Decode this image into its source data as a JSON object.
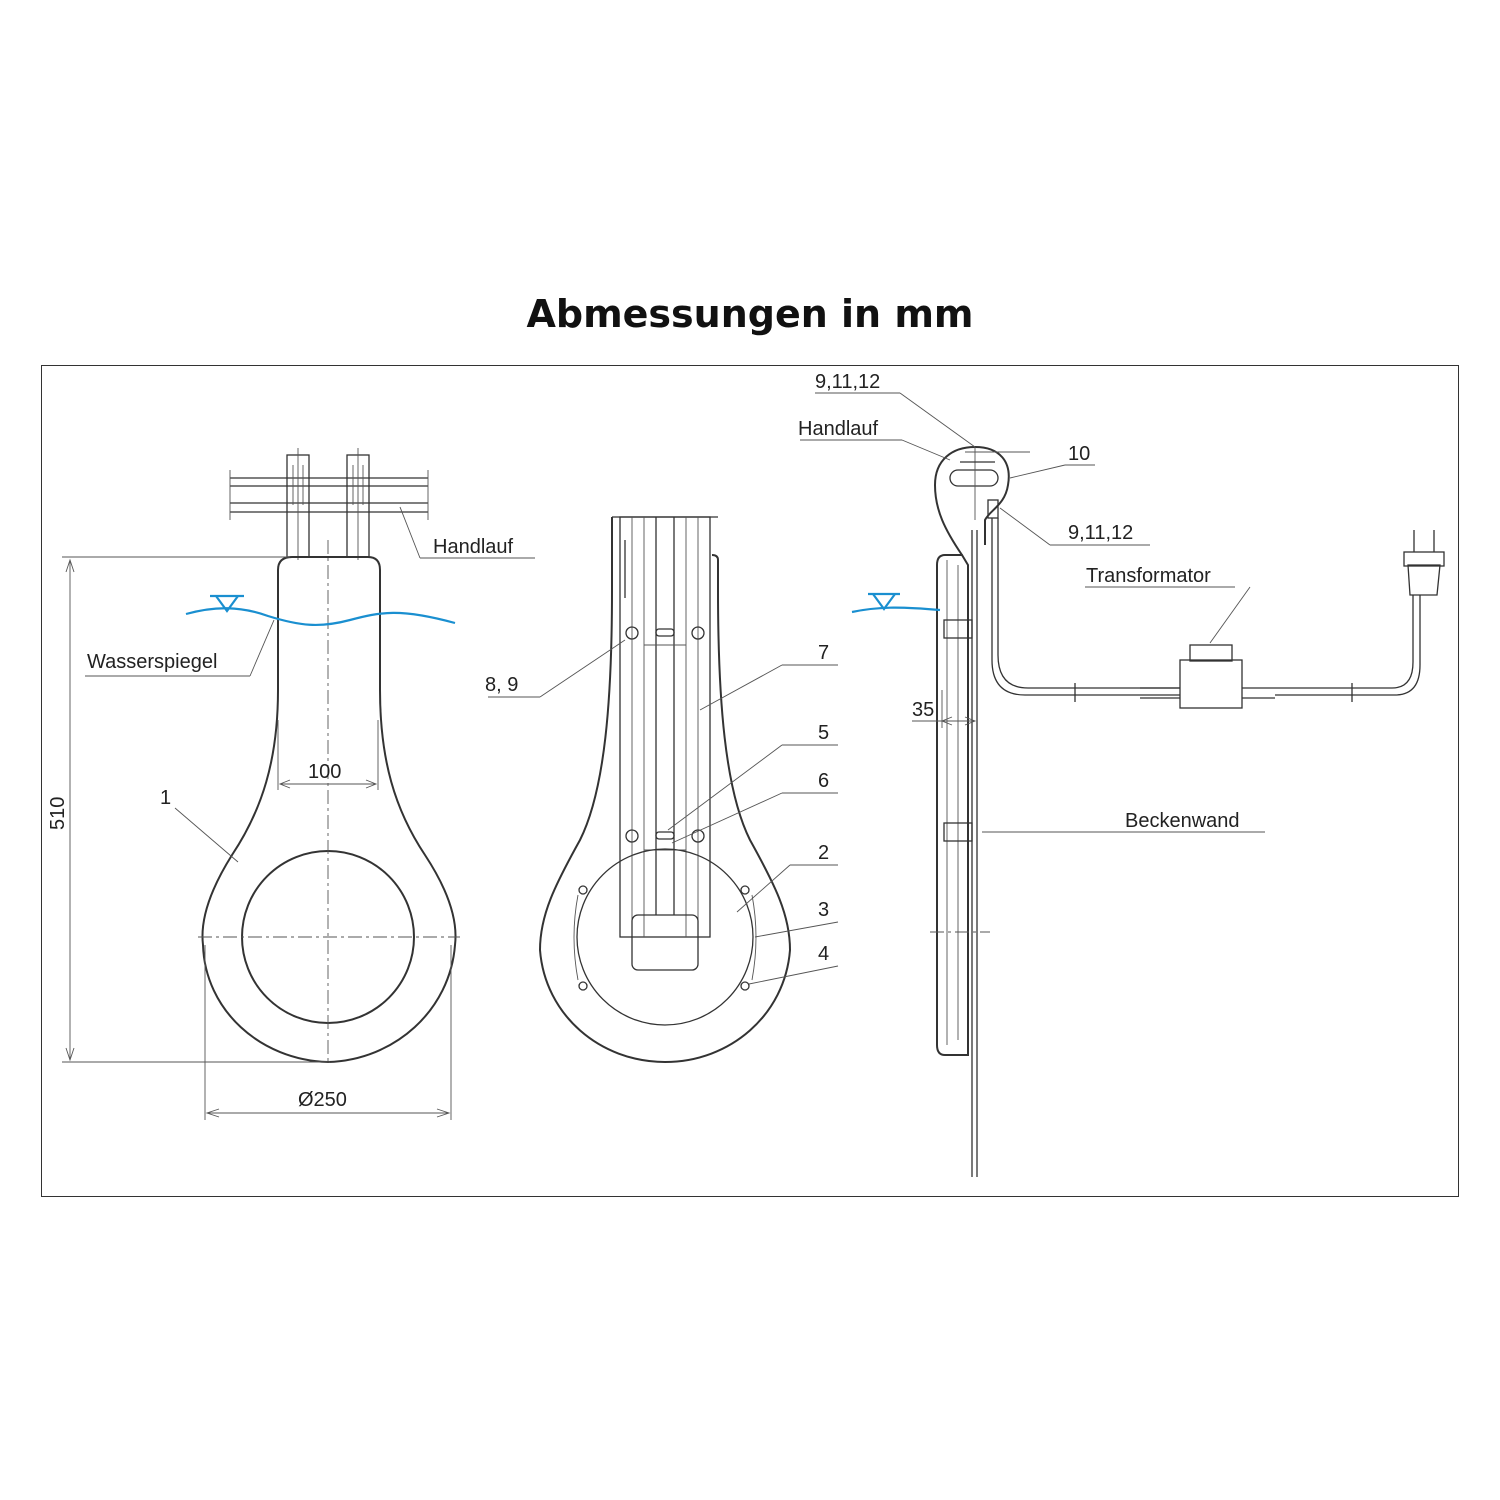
{
  "title": "Abmessungen in mm",
  "colors": {
    "water": "#1a8fd0",
    "line": "#333333"
  },
  "view1": {
    "handrail_label": "Handlauf",
    "water_label": "Wasserspiegel",
    "dim_height": "510",
    "dim_inner_width": "100",
    "dim_diameter": "Ø250",
    "part_label": "1"
  },
  "view2": {
    "labels": {
      "p89": "8, 9",
      "p7": "7",
      "p5": "5",
      "p6": "6",
      "p2": "2",
      "p3": "3",
      "p4": "4"
    }
  },
  "view3": {
    "label_top": "9,11,12",
    "handrail_label": "Handlauf",
    "label_10": "10",
    "label_mid": "9,11,12",
    "transformer_label": "Transformator",
    "dim_offset": "35",
    "wall_label": "Beckenwand"
  }
}
